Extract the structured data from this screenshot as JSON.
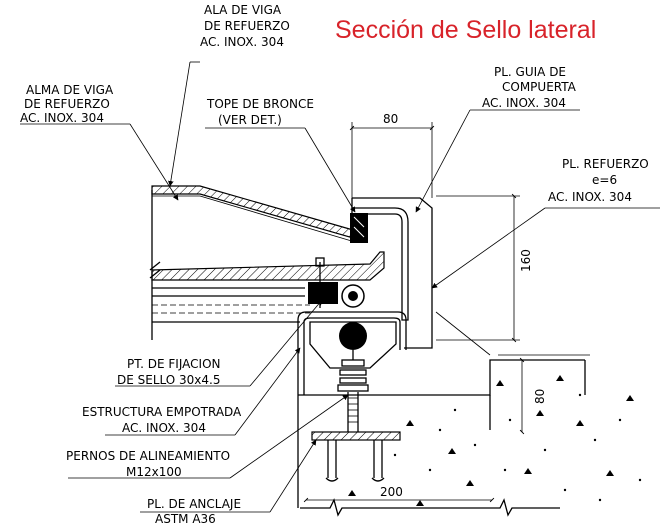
{
  "title": "Sección de Sello lateral",
  "labels": {
    "ala_viga": [
      "ALA DE VIGA",
      "DE REFUERZO",
      "AC. INOX. 304"
    ],
    "alma_viga": [
      "ALMA DE VIGA",
      "DE REFUERZO",
      "AC. INOX. 304"
    ],
    "tope_bronce": [
      "TOPE DE BRONCE",
      "(VER DET.)"
    ],
    "pl_guia": [
      "PL. GUIA DE",
      "COMPUERTA",
      "AC. INOX. 304"
    ],
    "pl_refuerzo": [
      "PL. REFUERZO",
      "e=6",
      "AC. INOX. 304"
    ],
    "pt_fijacion": [
      "PT. DE FIJACION",
      "DE SELLO 30x4.5"
    ],
    "estructura": [
      "ESTRUCTURA EMPOTRADA",
      "AC. INOX. 304"
    ],
    "pernos": [
      "PERNOS DE ALINEAMIENTO",
      "M12x100"
    ],
    "pl_anclaje": [
      "PL. DE ANCLAJE",
      "ASTM A36"
    ]
  },
  "dimensions": {
    "d80_top": "80",
    "d160": "160",
    "d80_right": "80",
    "d200": "200"
  }
}
